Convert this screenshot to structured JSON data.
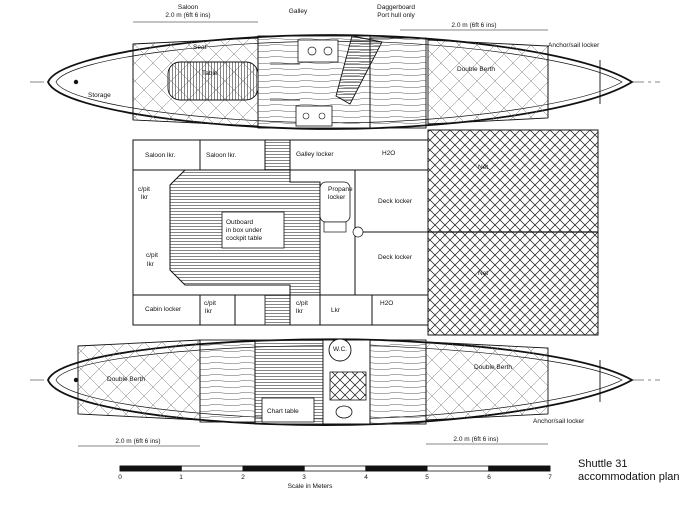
{
  "labels": {
    "saloon": "Saloon",
    "saloon_dim": "2.0 m (6ft 6 ins)",
    "galley": "Galley",
    "daggerboard": "Daggerboard",
    "port_hull": "Port hull only",
    "top_dim_right": "2.0 m (6ft 6 ins)",
    "anchor_top": "Anchor/sail locker",
    "seat": "Seat",
    "table": "Table",
    "storage": "Storage",
    "double_berth_top": "Double Berth",
    "saloon_lkr_1": "Saloon lkr.",
    "saloon_lkr_2": "Saloon lkr.",
    "galley_locker": "Galley locker",
    "h2o_top": "H2O",
    "net_top": "Net",
    "cpit_1": "c/pit",
    "lkr_1": "lkr",
    "propane_1": "Propane",
    "propane_2": "locker",
    "deck_locker_1": "Deck locker",
    "outboard_1": "Outboard",
    "outboard_2": "in box under",
    "outboard_3": "cockpit table",
    "cpit_2": "c/pit",
    "lkr_2": "lkr",
    "deck_locker_2": "Deck locker",
    "net_bottom": "Net",
    "cabin_locker": "Cabin locker",
    "cpit_3": "c/pit",
    "lkr_3": "lkr",
    "cpit_4": "c/pit",
    "lkr_4": "lkr",
    "lkr_5": "Lkr",
    "h2o_bottom": "H2O",
    "wc": "W.C.",
    "double_berth_bl": "Double Berth",
    "double_berth_br": "Double Berth",
    "chart_table": "Chart table",
    "anchor_bottom": "Anchor/sail locker",
    "bottom_dim_left": "2.0 m (6ft 6 ins)",
    "bottom_dim_right": "2.0 m (6ft 6 ins)",
    "scale_caption": "Scale in Meters"
  },
  "scale": {
    "ticks": [
      "0",
      "1",
      "2",
      "3",
      "4",
      "5",
      "6",
      "7"
    ]
  },
  "title": {
    "line1": "Shuttle 31",
    "line2": "accommodation plan"
  },
  "colors": {
    "ink": "#111111",
    "paper": "#ffffff"
  }
}
